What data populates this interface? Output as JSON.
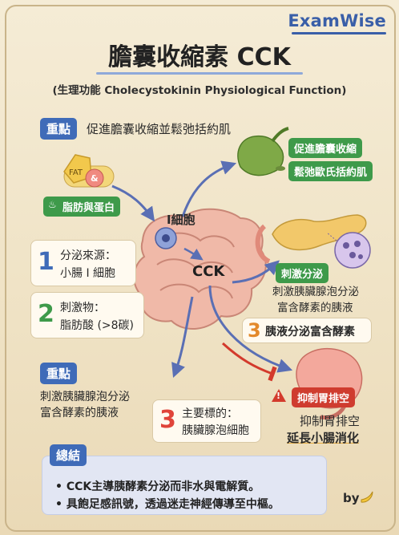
{
  "brand": "ExamWise",
  "title": "膽囊收縮素 CCK",
  "subtitle": "(生理功能 Cholecystokinin Physiological Function)",
  "highlight_top": {
    "tag": "重點",
    "text": "促進膽囊收縮並鬆弛括約肌"
  },
  "gallbladder": {
    "label1": "促進膽囊收縮",
    "label2": "鬆弛歐氏括約肌"
  },
  "food": {
    "fat_label": "FAT",
    "ampersand": "&",
    "tag": "脂肪與蛋白"
  },
  "i_cell_label": "I細胞",
  "cck_label": "CCK",
  "item1": {
    "num": "1",
    "line1": "分泌來源：",
    "line2": "小腸 I 細胞"
  },
  "item2": {
    "num": "2",
    "line1": "刺激物：",
    "line2": "脂肪酸 (>8碳)"
  },
  "pancreas": {
    "tag": "刺激分泌",
    "line1": "刺激胰臟腺泡分泌",
    "line2": "富含酵素的胰液",
    "num": "3",
    "headline": "胰液分泌富含酵素"
  },
  "highlight_bottom": {
    "tag": "重點",
    "line1": "刺激胰臟腺泡分泌",
    "line2": "富含酵素的胰液"
  },
  "item3": {
    "num": "3",
    "line1": "主要標的：",
    "line2": "胰臟腺泡細胞"
  },
  "stomach": {
    "warn_symbol": "!",
    "tag": "抑制胃排空",
    "line1": "抑制胃排空",
    "line2": "延長小腸消化"
  },
  "summary": {
    "tag": "總結",
    "bullet1": "• CCK主導胰酵素分泌而非水與電解質。",
    "bullet2": "• 具飽足感訊號，透過迷走神經傳導至中樞。"
  },
  "byline": "by"
}
